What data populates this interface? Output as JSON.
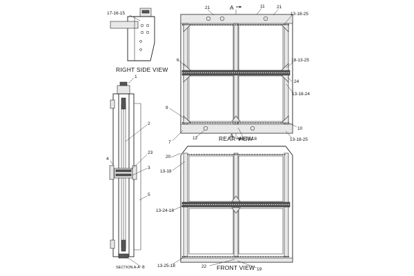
{
  "views": {
    "right_side": "RIGHT SIDE VIEW",
    "rear": "REAR VIEW",
    "front": "FRONT VIEW",
    "section": "SECTION A-A"
  },
  "section_marker": "A",
  "callouts": {
    "c_17_16_15": "17-16-15",
    "c_21_left": "21",
    "c_11": "11",
    "c_21_right": "21",
    "c_13_18_25_top": "13-18-25",
    "c_18_13_25": "18-13-25",
    "c_6": "6",
    "c_24": "24",
    "c_13_18_24": "13-18-24",
    "c_9": "9",
    "c_10": "10",
    "c_7": "7",
    "c_12": "12",
    "c_14_13_18": "14-13-18",
    "c_13_18_25_bot": "13-18-25",
    "c_1": "1",
    "c_2": "2",
    "c_23": "23",
    "c_4": "4",
    "c_3": "3",
    "c_5": "5",
    "c_8": "8",
    "c_20": "20",
    "c_13_18": "13-18",
    "c_13_24_18": "13-24-18",
    "c_13_25_18": "13-25-18",
    "c_22": "22",
    "c_19": "19"
  }
}
